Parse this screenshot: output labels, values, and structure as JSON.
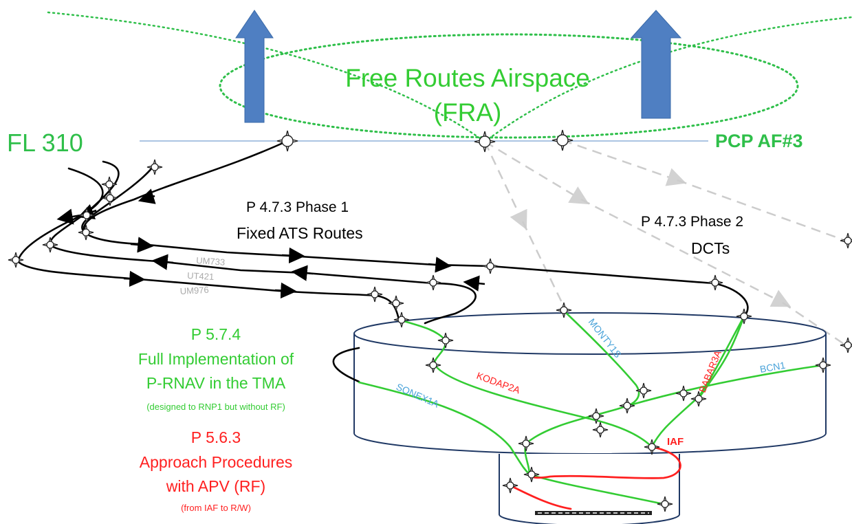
{
  "colors": {
    "green": "#2fbf4a",
    "bright_green": "#33cc33",
    "red": "#ff2020",
    "blue_arrow": "#4f7fc2",
    "grey_route": "#aaaaaa",
    "dashed": "#c8c8c8",
    "route_label_blue": "#4aa3d9",
    "fl_line": "#8fb0d8"
  },
  "fra": {
    "line1": "Free Routes Airspace",
    "line2": "(FRA)"
  },
  "flight_level": "FL 310",
  "pcp": "PCP AF#3",
  "phase1": {
    "ref": "P 4.7.3 Phase 1",
    "title": "Fixed ATS Routes"
  },
  "phase2": {
    "ref": "P 4.7.3 Phase 2",
    "title": "DCTs"
  },
  "route_labels": {
    "um733": "UM733",
    "ut421": "UT421",
    "um976": "UM976"
  },
  "sid_labels": {
    "monty": "MONTY1S",
    "babar": "BABAR3A",
    "bcn": "BCN1",
    "kodap": "KODAP2A",
    "sonex": "SONEX1A"
  },
  "iaf": "IAF",
  "tma": {
    "ref": "P 5.7.4",
    "line1": "Full Implementation of",
    "line2": "P-RNAV in the TMA",
    "note": "(designed to RNP1 but without RF)"
  },
  "app": {
    "ref": "P 5.6.3",
    "line1": "Approach Procedures",
    "line2": "with APV (RF)",
    "note": "(from IAF to R/W)"
  },
  "icons": {
    "waypoint": "waypoint-icon",
    "up_arrow": "up-arrow-icon"
  }
}
